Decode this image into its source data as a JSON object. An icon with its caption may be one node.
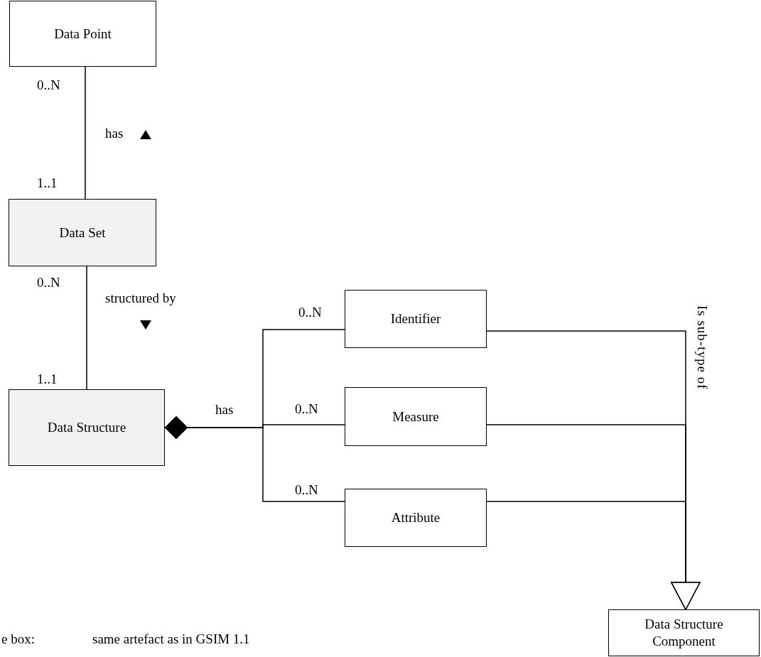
{
  "diagram": {
    "nodes": [
      {
        "text": [
          "Data Point"
        ]
      },
      {
        "text": [
          "Data Set"
        ]
      },
      {
        "text": [
          "Data Structure"
        ]
      },
      {
        "text": [
          "Identifier"
        ]
      },
      {
        "text": [
          "Measure"
        ]
      },
      {
        "text": [
          "Attribute"
        ]
      },
      {
        "text": [
          "Data Structure Component"
        ]
      }
    ],
    "edges": [
      {
        "from": 0,
        "to": 1,
        "arrow": "none",
        "label": "has"
      },
      {
        "from": 1,
        "to": 2,
        "arrow": "none",
        "label": "structured by"
      },
      {
        "from": 2,
        "to": 3,
        "arrow": "other"
      },
      {
        "from": 2,
        "to": 4,
        "arrow": "other",
        "label": "has"
      },
      {
        "from": 2,
        "to": 5,
        "arrow": "other"
      },
      {
        "from": 3,
        "to": 6,
        "arrow": "to",
        "label": "Is sub-type of"
      },
      {
        "from": 4,
        "to": 6,
        "arrow": "to"
      },
      {
        "from": 5,
        "to": 6,
        "arrow": "to"
      }
    ],
    "labels": [
      "0..N",
      "1..1",
      "0..N",
      "1..1",
      "0..N",
      "0..N",
      "0..N",
      "e box:",
      "same artefact as in GSIM 1.1"
    ]
  }
}
